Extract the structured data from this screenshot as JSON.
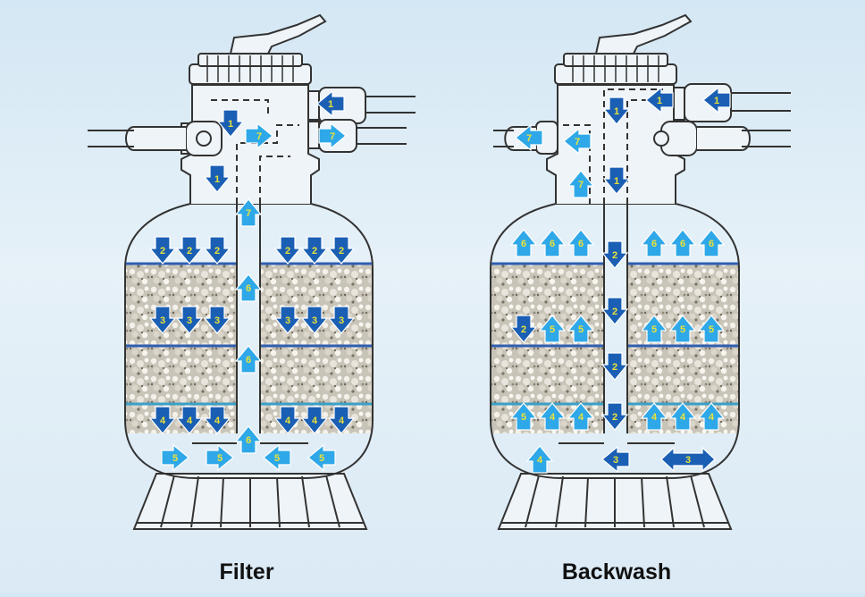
{
  "panels": [
    {
      "id": "filter",
      "caption": "Filter",
      "arrows": [
        {
          "n": "1",
          "dir": "left",
          "color": "dark"
        },
        {
          "n": "1",
          "dir": "down",
          "color": "dark"
        },
        {
          "n": "1",
          "dir": "down",
          "color": "dark"
        },
        {
          "n": "7",
          "dir": "up",
          "color": "light"
        },
        {
          "n": "7",
          "dir": "right",
          "color": "light"
        },
        {
          "n": "7",
          "dir": "right",
          "color": "light"
        },
        {
          "n": "2",
          "dir": "down",
          "color": "dark"
        },
        {
          "n": "2",
          "dir": "down",
          "color": "dark"
        },
        {
          "n": "2",
          "dir": "down",
          "color": "dark"
        },
        {
          "n": "2",
          "dir": "down",
          "color": "dark"
        },
        {
          "n": "2",
          "dir": "down",
          "color": "dark"
        },
        {
          "n": "2",
          "dir": "down",
          "color": "dark"
        },
        {
          "n": "3",
          "dir": "down",
          "color": "dark"
        },
        {
          "n": "3",
          "dir": "down",
          "color": "dark"
        },
        {
          "n": "3",
          "dir": "down",
          "color": "dark"
        },
        {
          "n": "3",
          "dir": "down",
          "color": "dark"
        },
        {
          "n": "3",
          "dir": "down",
          "color": "dark"
        },
        {
          "n": "3",
          "dir": "down",
          "color": "dark"
        },
        {
          "n": "4",
          "dir": "down",
          "color": "dark"
        },
        {
          "n": "4",
          "dir": "down",
          "color": "dark"
        },
        {
          "n": "4",
          "dir": "down",
          "color": "dark"
        },
        {
          "n": "4",
          "dir": "down",
          "color": "dark"
        },
        {
          "n": "4",
          "dir": "down",
          "color": "dark"
        },
        {
          "n": "4",
          "dir": "down",
          "color": "dark"
        },
        {
          "n": "6",
          "dir": "up",
          "color": "light"
        },
        {
          "n": "6",
          "dir": "up",
          "color": "light"
        },
        {
          "n": "6",
          "dir": "up",
          "color": "light"
        },
        {
          "n": "5",
          "dir": "right",
          "color": "light"
        },
        {
          "n": "5",
          "dir": "right",
          "color": "light"
        },
        {
          "n": "5",
          "dir": "left",
          "color": "light"
        },
        {
          "n": "5",
          "dir": "left",
          "color": "light"
        }
      ]
    },
    {
      "id": "backwash",
      "caption": "Backwash",
      "arrows": [
        {
          "n": "1",
          "dir": "left",
          "color": "dark"
        },
        {
          "n": "1",
          "dir": "left",
          "color": "dark"
        },
        {
          "n": "1",
          "dir": "down",
          "color": "dark"
        },
        {
          "n": "1",
          "dir": "down",
          "color": "dark"
        },
        {
          "n": "7",
          "dir": "left",
          "color": "light"
        },
        {
          "n": "7",
          "dir": "left",
          "color": "light"
        },
        {
          "n": "7",
          "dir": "up",
          "color": "light"
        },
        {
          "n": "6",
          "dir": "up",
          "color": "light"
        },
        {
          "n": "6",
          "dir": "up",
          "color": "light"
        },
        {
          "n": "6",
          "dir": "up",
          "color": "light"
        },
        {
          "n": "6",
          "dir": "up",
          "color": "light"
        },
        {
          "n": "6",
          "dir": "up",
          "color": "light"
        },
        {
          "n": "6",
          "dir": "up",
          "color": "light"
        },
        {
          "n": "2",
          "dir": "down",
          "color": "dark"
        },
        {
          "n": "2",
          "dir": "down",
          "color": "dark"
        },
        {
          "n": "2",
          "dir": "down",
          "color": "dark"
        },
        {
          "n": "2",
          "dir": "down",
          "color": "dark"
        },
        {
          "n": "2",
          "dir": "down",
          "color": "dark"
        },
        {
          "n": "5",
          "dir": "up",
          "color": "light"
        },
        {
          "n": "5",
          "dir": "up",
          "color": "light"
        },
        {
          "n": "5",
          "dir": "up",
          "color": "light"
        },
        {
          "n": "5",
          "dir": "up",
          "color": "light"
        },
        {
          "n": "5",
          "dir": "up",
          "color": "light"
        },
        {
          "n": "5",
          "dir": "up",
          "color": "light"
        },
        {
          "n": "4",
          "dir": "up",
          "color": "light"
        },
        {
          "n": "4",
          "dir": "up",
          "color": "light"
        },
        {
          "n": "4",
          "dir": "up",
          "color": "light"
        },
        {
          "n": "4",
          "dir": "up",
          "color": "light"
        },
        {
          "n": "4",
          "dir": "up",
          "color": "light"
        },
        {
          "n": "4",
          "dir": "up",
          "color": "light"
        },
        {
          "n": "3",
          "dir": "left",
          "color": "dark"
        },
        {
          "n": "3",
          "dir": "both",
          "color": "dark"
        },
        {
          "n": "3",
          "dir": "right",
          "color": "dark"
        }
      ]
    }
  ],
  "colors": {
    "dark": "#1a5fb4",
    "light": "#2ea8e8",
    "label": "#e8e13a",
    "outline": "#333333",
    "media_line": "#2f5fb0",
    "media_line_bottom": "#3aa0c8"
  }
}
